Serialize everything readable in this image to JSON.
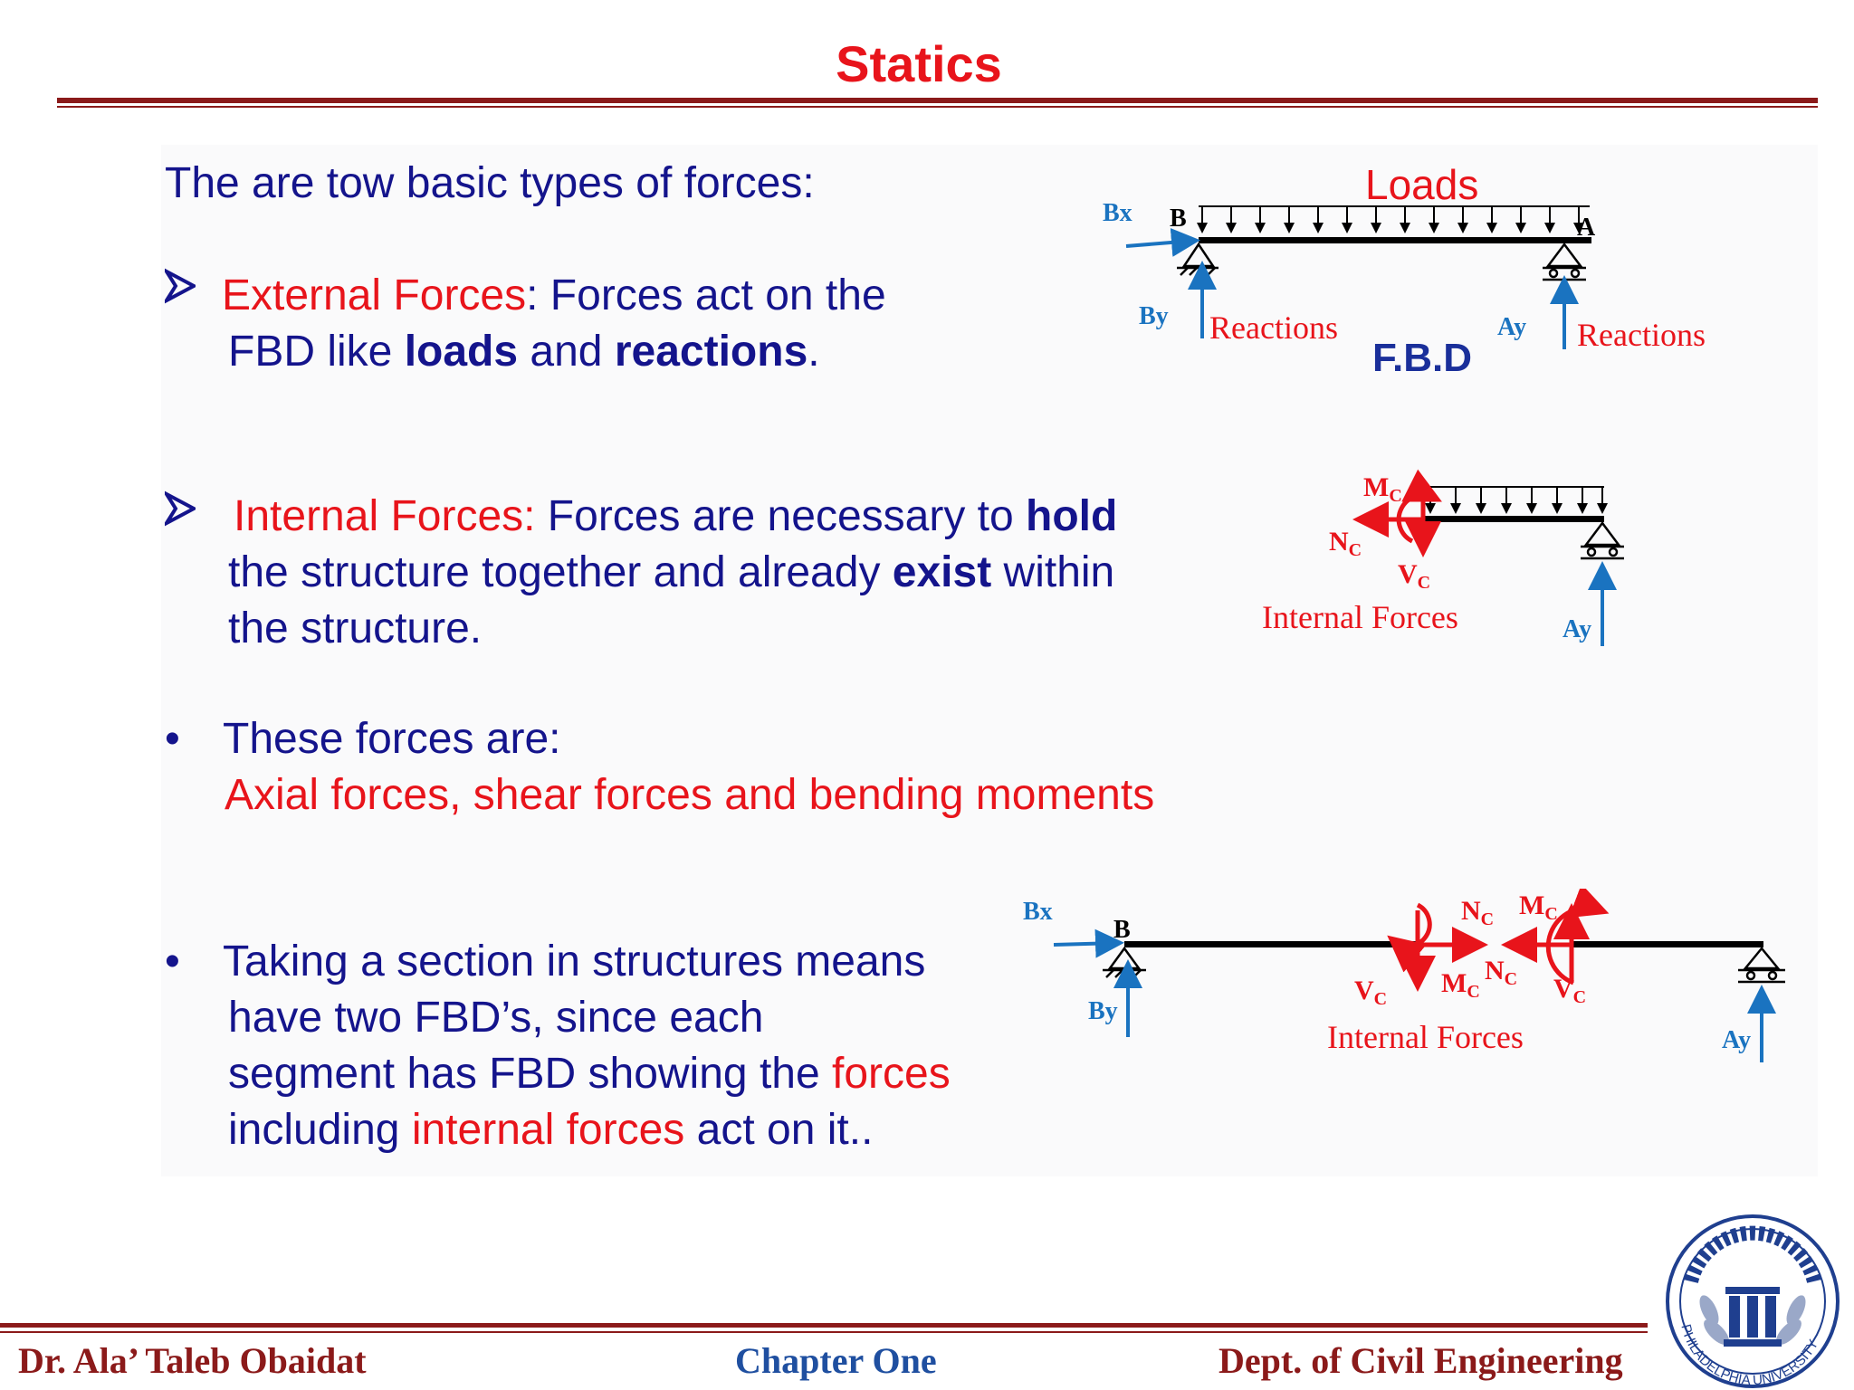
{
  "slide": {
    "title": "Statics",
    "intro": "The are tow basic types of forces:",
    "external": {
      "heading": "External Forces",
      "line1_rest": ": Forces act on the",
      "line2_a": "FBD like ",
      "line2_b": "loads",
      "line2_c": " and ",
      "line2_d": "reactions",
      "line2_e": "."
    },
    "internal": {
      "heading": "Internal Forces:",
      "line1_rest": " Forces are necessary to ",
      "line1_bold": "hold",
      "line2_a": "the structure together and already ",
      "line2_b": "exist",
      "line2_c": " within",
      "line3": "the structure."
    },
    "these": {
      "line1": "These forces are:",
      "line2": "Axial forces, shear forces and bending moments"
    },
    "section": {
      "line1": "Taking a section in structures means",
      "line2": "have two FBD’s, since each",
      "line3_a": "segment has FBD showing the ",
      "line3_b": "forces",
      "line4_a": "including ",
      "line4_b": "internal forces",
      "line4_c": " act on it.."
    }
  },
  "diagrams": {
    "fbd": {
      "loads": "Loads",
      "bx": "Bx",
      "by": "By",
      "b": "B",
      "a": "A",
      "ay": "Ay",
      "reactions_left": "Reactions",
      "reactions_right": "Reactions",
      "caption": "F.B.D"
    },
    "internal_one": {
      "mc": "M",
      "nc": "N",
      "vc": "V",
      "sub": "C",
      "label": "Internal Forces",
      "ay": "Ay"
    },
    "section_two": {
      "bx": "Bx",
      "b": "B",
      "by": "By",
      "nc_left": "N",
      "mc_left": "M",
      "vc_left": "V",
      "mc_right": "M",
      "nc_right": "N",
      "vc_right": "V",
      "sub": "C",
      "label": "Internal Forces",
      "ay": "Ay"
    }
  },
  "footer": {
    "author": "Dr. Ala’ Taleb Obaidat",
    "chapter": "Chapter One",
    "dept": "Dept. of Civil Engineering",
    "logo_text": "PHILADELPHIA UNIVERSITY"
  },
  "colors": {
    "title_red": "#e8141b",
    "text_navy": "#14148c",
    "rule_maroon": "#8b1a1a",
    "arrow_blue": "#1a73c0",
    "footer_blue": "#1f4fa0"
  }
}
